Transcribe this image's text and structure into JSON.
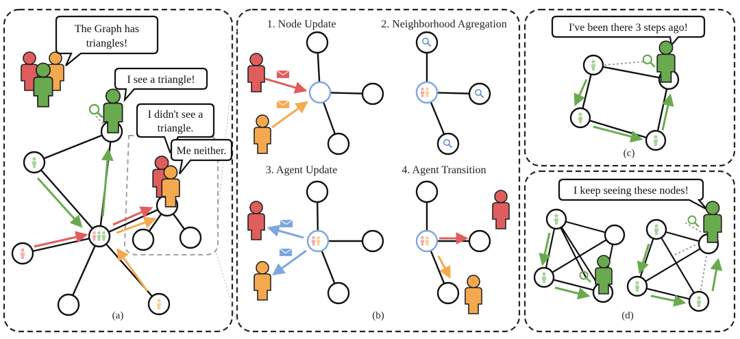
{
  "colors": {
    "red": "#e05d5d",
    "green": "#6aaa4f",
    "orange": "#f5a94e",
    "blue": "#7ea6de",
    "gray": "#a0a0a0",
    "stroke": "#111111"
  },
  "panel_a": {
    "caption": "(a)",
    "bubble_graph": [
      "The Graph has",
      "triangles!"
    ],
    "bubble_triangle": "I see a triangle!",
    "bubble_no_triangle": [
      "I didn't see a",
      "triangle."
    ],
    "bubble_neither": "Me neither."
  },
  "panel_b": {
    "caption": "(b)",
    "step1": "1. Node Update",
    "step2": "2. Neighborhood Agregation",
    "step3": "3. Agent Update",
    "step4": "4. Agent Transition"
  },
  "panel_c": {
    "caption": "(c)",
    "bubble": "I've been there 3 steps ago!"
  },
  "panel_d": {
    "caption": "(d)",
    "bubble": "I keep seeing these nodes!"
  }
}
